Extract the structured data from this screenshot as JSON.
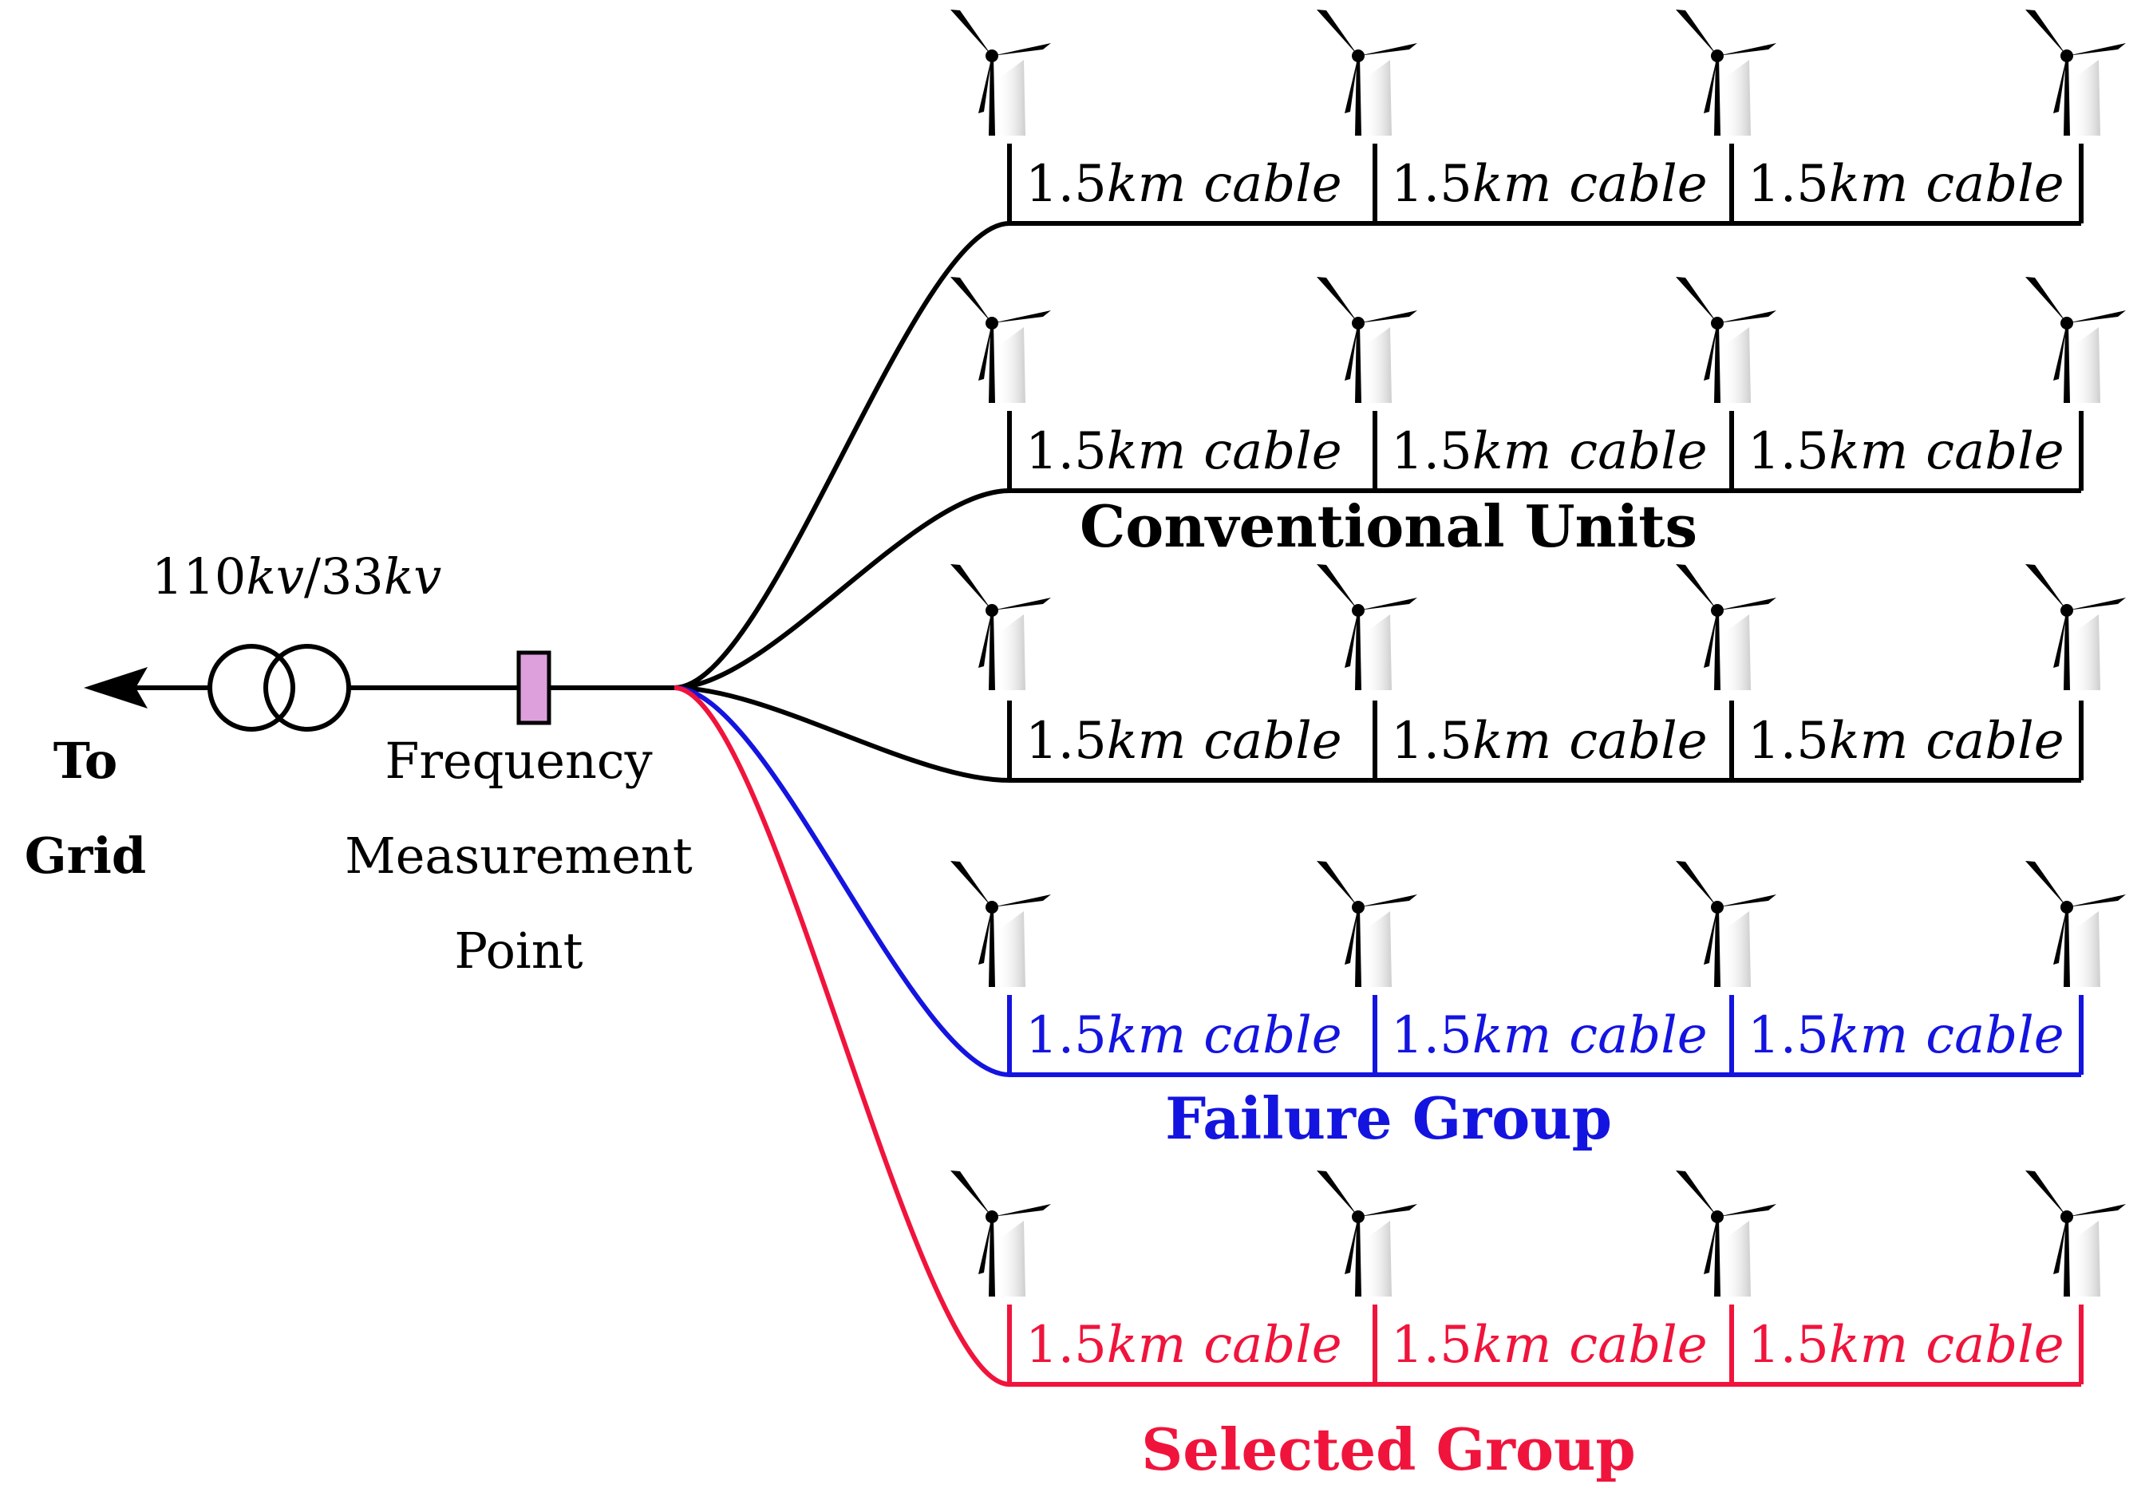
{
  "transformer": {
    "rating_prefix": "110",
    "rating_unit_a": "kv",
    "rating_sep": "/33",
    "rating_unit_b": "kv"
  },
  "grid": {
    "line1": "To",
    "line2": "Grid"
  },
  "measurement": {
    "line1": "Frequency",
    "line2": "Measurement",
    "line3": "Point"
  },
  "cable": {
    "number": "1.5",
    "unit": "km",
    "word": "cable"
  },
  "colors": {
    "conventional": "#000000",
    "failure": "#1414e0",
    "selected": "#f0143c",
    "meter": "#dda0dd"
  },
  "groups": [
    {
      "key": "conventional",
      "label": "",
      "feeders": 1
    },
    {
      "key": "conventional",
      "label": "Conventional Units",
      "feeders": 1
    },
    {
      "key": "conventional",
      "label": "",
      "feeders": 1
    },
    {
      "key": "failure",
      "label": "Failure Group",
      "feeders": 1
    },
    {
      "key": "selected",
      "label": "Selected Group",
      "feeders": 1
    }
  ],
  "icons": {
    "turbine": "wind-turbine-icon",
    "transformer": "transformer-icon",
    "meter": "measurement-point-icon",
    "arrow": "grid-arrow-icon"
  }
}
